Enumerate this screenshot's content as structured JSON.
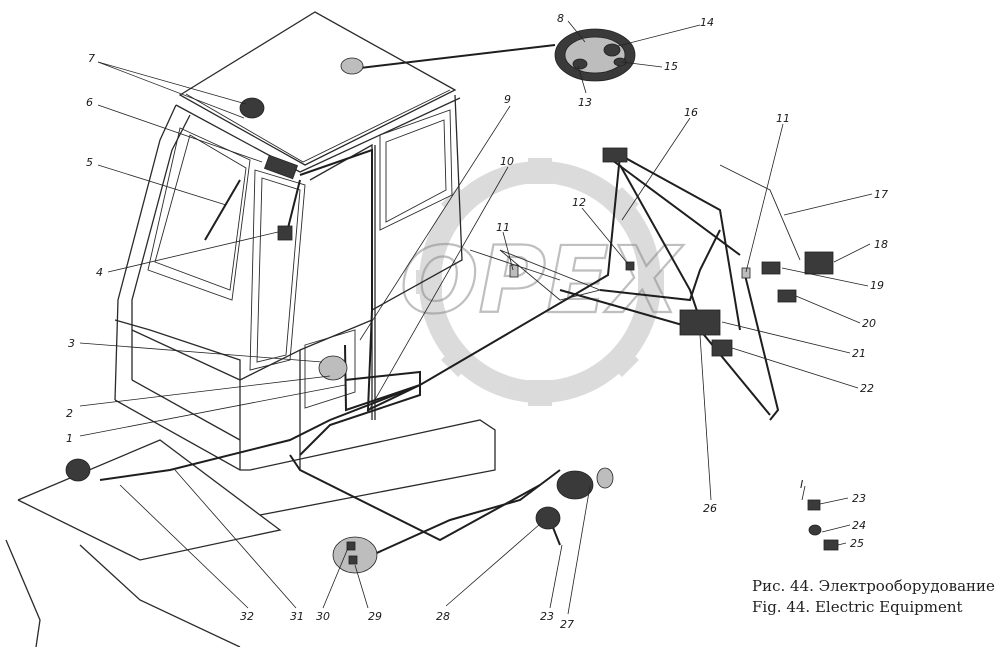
{
  "figure": {
    "caption_ru": "Рис. 44. Электрооборудование",
    "caption_en": "Fig. 44. Electric Equipment",
    "watermark": "OPEX"
  },
  "callouts": [
    "1",
    "2",
    "3",
    "4",
    "5",
    "6",
    "7",
    "8",
    "9",
    "10",
    "11",
    "12",
    "13",
    "14",
    "15",
    "16",
    "17",
    "18",
    "19",
    "20",
    "21",
    "22",
    "23",
    "24",
    "25",
    "26",
    "27",
    "28",
    "29",
    "30",
    "31",
    "32",
    "11",
    "23",
    "I"
  ]
}
